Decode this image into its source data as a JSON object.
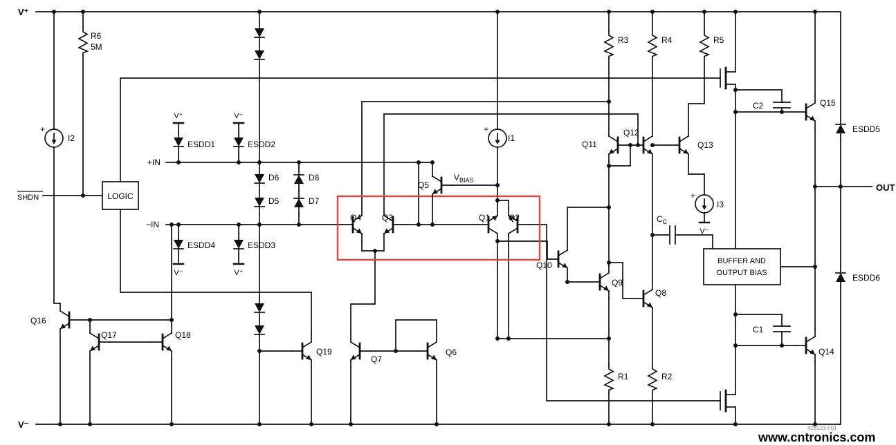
{
  "figure": {
    "code": "626123 F01",
    "watermark": "www.cntronics.com"
  },
  "supplies": {
    "vplus": "V⁺",
    "vminus": "V⁻"
  },
  "pins": {
    "shdn": "SHDN",
    "in_plus": "+IN",
    "in_minus": "−IN",
    "out": "OUT"
  },
  "blocks": {
    "logic": "LOGIC",
    "buffer_line1": "BUFFER AND",
    "buffer_line2": "OUTPUT BIAS"
  },
  "transistors": {
    "q1": "Q1",
    "q2": "Q2",
    "q3": "Q3",
    "q4": "Q4",
    "q5": "Q5",
    "q6": "Q6",
    "q7": "Q7",
    "q8": "Q8",
    "q9": "Q9",
    "q10": "Q10",
    "q11": "Q11",
    "q12": "Q12",
    "q13": "Q13",
    "q14": "Q14",
    "q15": "Q15",
    "q16": "Q16",
    "q17": "Q17",
    "q18": "Q18",
    "q19": "Q19"
  },
  "resistors": {
    "r1": "R1",
    "r2": "R2",
    "r3": "R3",
    "r4": "R4",
    "r5": "R5",
    "r6": "R6",
    "r6_value": "5M"
  },
  "capacitors": {
    "c1": "C1",
    "c2": "C2",
    "cc": {
      "main": "C",
      "sub": "C"
    }
  },
  "diodes": {
    "d5": "D5",
    "d6": "D6",
    "d7": "D7",
    "d8": "D8",
    "esdd1": "ESDD1",
    "esdd2": "ESDD2",
    "esdd3": "ESDD3",
    "esdd4": "ESDD4",
    "esdd5": "ESDD5",
    "esdd6": "ESDD6"
  },
  "sources": {
    "i1": "I1",
    "i2": "I2",
    "i3": "I3",
    "plus": "+"
  },
  "vbias": {
    "main": "V",
    "sub": "BIAS"
  },
  "colors": {
    "highlight": "#e8443c",
    "watermark": "#a9c221"
  }
}
